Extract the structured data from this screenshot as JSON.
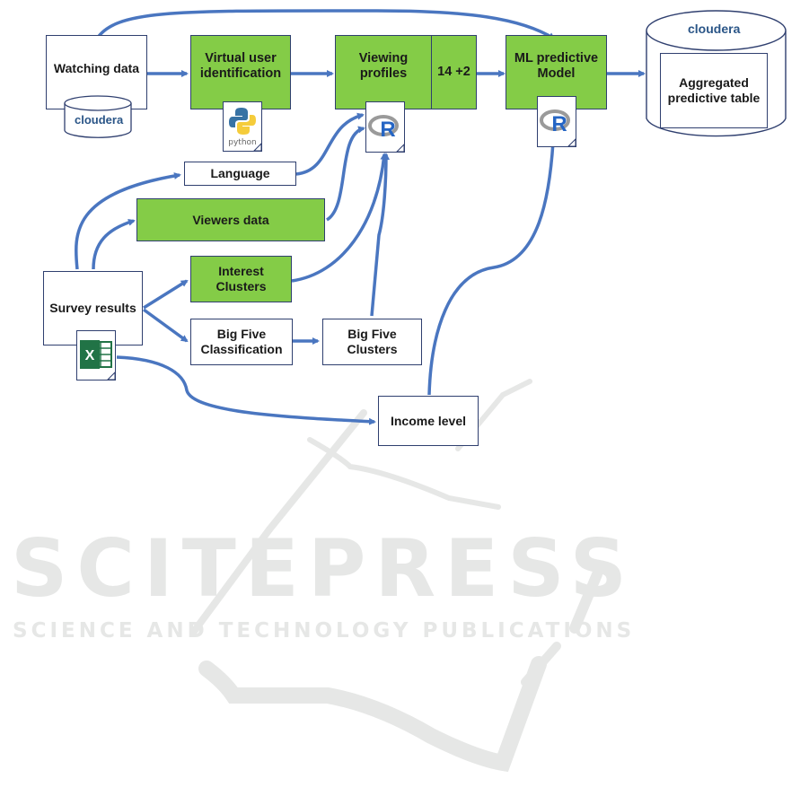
{
  "diagram": {
    "nodes": {
      "watching_data": "Watching data",
      "virtual_user_identification": "Virtual user identification",
      "viewing_profiles": "Viewing profiles",
      "profile_count": "14 +2",
      "ml_model": "ML predictive Model",
      "aggregated_table": "Aggregated predictive table",
      "language": "Language",
      "viewers_data": "Viewers data",
      "interest_clusters": "Interest Clusters",
      "survey_results": "Survey results",
      "big_five_classification": "Big Five Classification",
      "big_five_clusters": "Big Five Clusters",
      "income_level": "Income level"
    },
    "logos": {
      "cloudera": "cloudera",
      "python": "python",
      "r": "R",
      "excel": "X"
    },
    "edges": [
      {
        "from": "Watching data",
        "to": "Virtual user identification"
      },
      {
        "from": "Watching data",
        "to": "ML predictive Model"
      },
      {
        "from": "Virtual user identification",
        "to": "Viewing profiles"
      },
      {
        "from": "Viewing profiles",
        "to": "ML predictive Model"
      },
      {
        "from": "ML predictive Model",
        "to": "Aggregated predictive table"
      },
      {
        "from": "Survey results",
        "to": "Language"
      },
      {
        "from": "Survey results",
        "to": "Viewers data"
      },
      {
        "from": "Survey results",
        "to": "Interest Clusters"
      },
      {
        "from": "Survey results",
        "to": "Big Five Classification"
      },
      {
        "from": "Survey results",
        "to": "Income level"
      },
      {
        "from": "Language",
        "to": "Viewing profiles"
      },
      {
        "from": "Viewers data",
        "to": "Viewing profiles"
      },
      {
        "from": "Interest Clusters",
        "to": "Viewing profiles"
      },
      {
        "from": "Big Five Classification",
        "to": "Big Five Clusters"
      },
      {
        "from": "Big Five Clusters",
        "to": "Viewing profiles"
      },
      {
        "from": "Income level",
        "to": "ML predictive Model"
      }
    ],
    "colors": {
      "process_fill": "#84cc47",
      "border": "#2f3f6f",
      "arrow": "#4a76c0",
      "cloudera_text": "#2a5587",
      "excel_green": "#217346"
    }
  },
  "watermark": {
    "title": "SCITEPRESS",
    "subtitle": "SCIENCE AND TECHNOLOGY PUBLICATIONS"
  }
}
